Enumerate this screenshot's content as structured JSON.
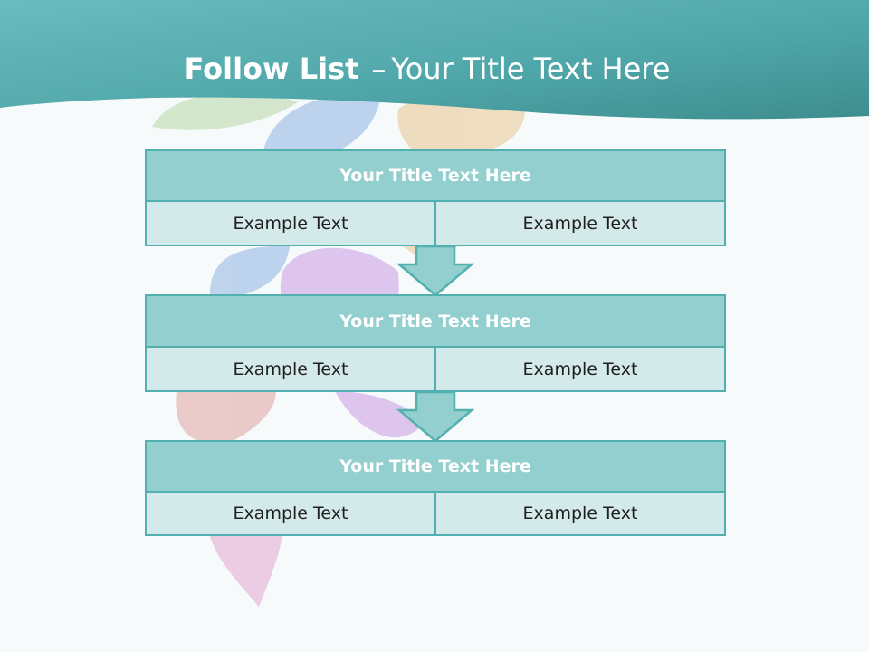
{
  "slide": {
    "title_bold": "Follow List",
    "title_separator": "–",
    "title_rest": "Your Title Text Here"
  },
  "blocks": [
    {
      "title": "Your Title Text Here",
      "cells": [
        "Example Text",
        "Example Text"
      ]
    },
    {
      "title": "Your Title Text Here",
      "cells": [
        "Example Text",
        "Example Text"
      ]
    },
    {
      "title": "Your Title Text Here",
      "cells": [
        "Example Text",
        "Example Text"
      ]
    }
  ],
  "colors": {
    "header_dark": "#3e8d8e",
    "header_light": "#6bbcbe",
    "title_fill": "#93cfce",
    "cell_fill": "#d4e9ea",
    "border": "#52b0b0",
    "background": "#f6fafb"
  }
}
